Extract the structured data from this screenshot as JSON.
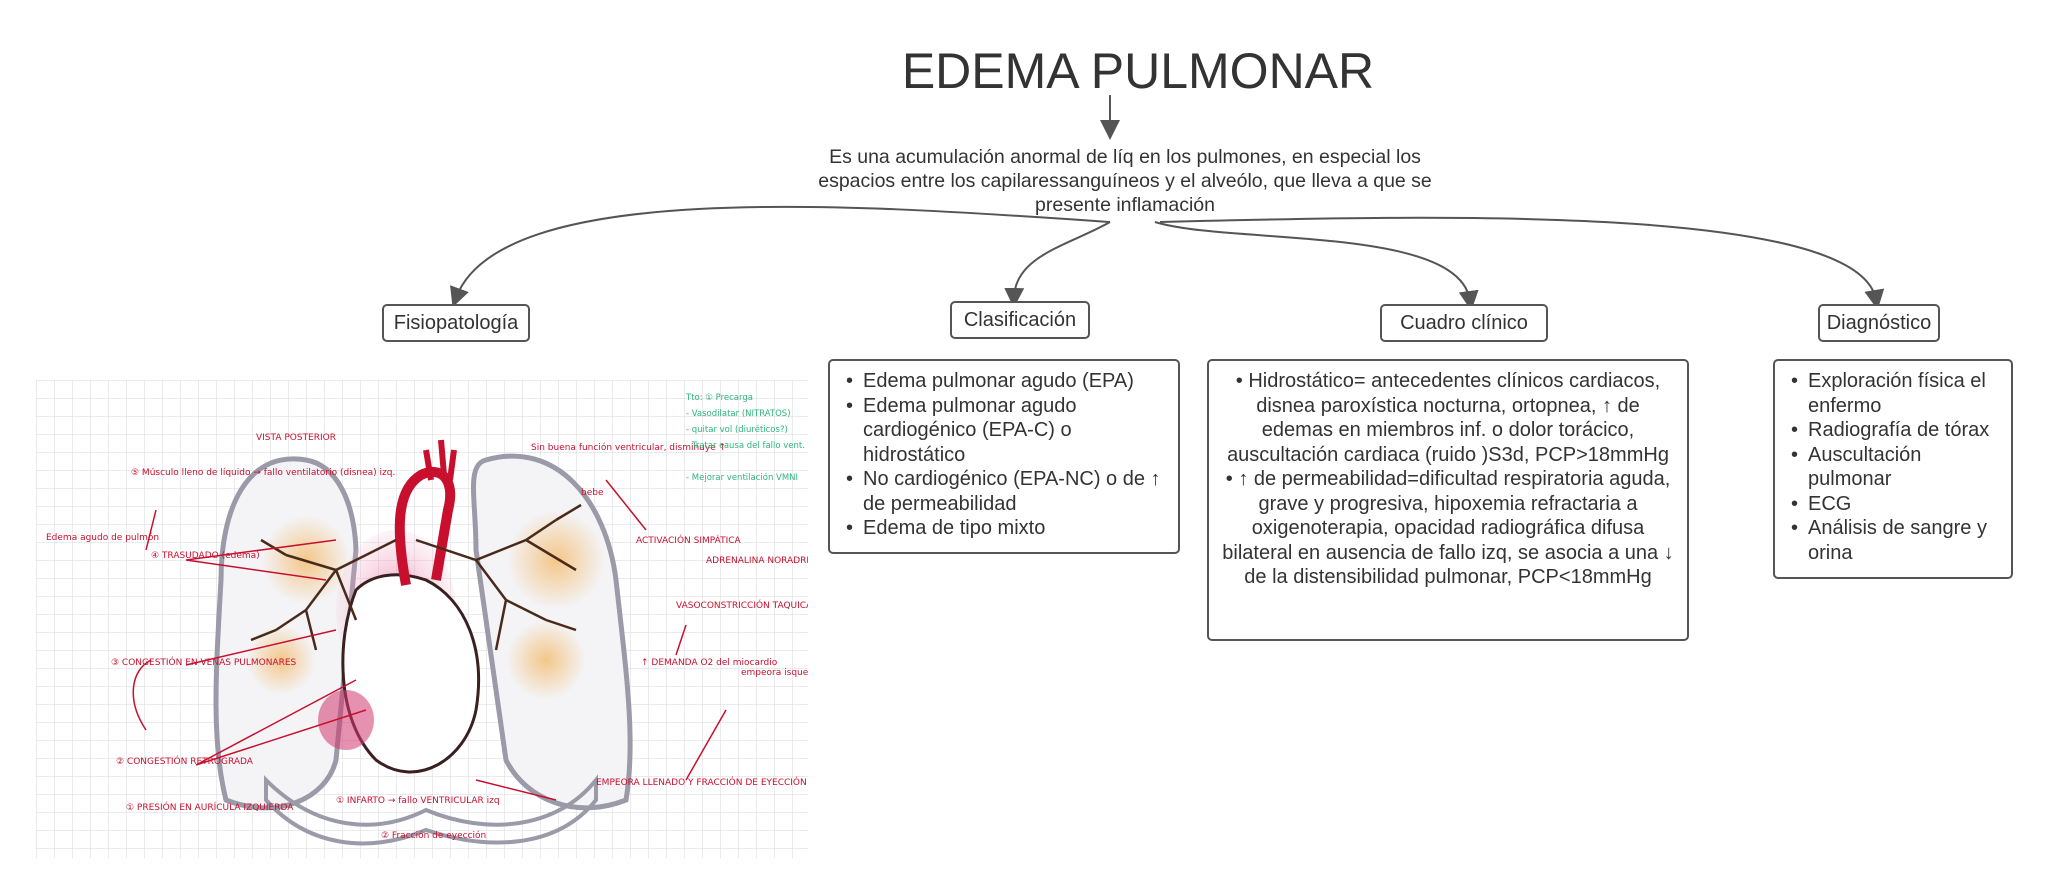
{
  "title": "EDEMA PULMONAR",
  "definition": "Es una acumulación anormal de líq en los pulmones, en especial los espacios entre los capilaressanguíneos y el alveólo, que lleva a que se presente inflamación",
  "branches": {
    "fisiopatologia": {
      "label": "Fisiopatología"
    },
    "clasificacion": {
      "label": "Clasificación",
      "items": [
        "Edema pulmonar agudo (EPA)",
        "Edema pulmonar agudo cardiogénico (EPA-C) o hidrostático",
        "No cardiogénico (EPA-NC) o de ↑ de permeabilidad",
        "Edema de tipo mixto"
      ]
    },
    "cuadro_clinico": {
      "label": "Cuadro clínico",
      "items": [
        "Hidrostático= antecedentes clínicos cardiacos, disnea paroxística nocturna, ortopnea, ↑ de edemas en miembros inf. o dolor torácico, auscultación cardiaca (ruido )S3d, PCP>18mmHg",
        "↑ de permeabilidad=dificultad respiratoria aguda, grave y progresiva, hipoxemia refractaria a oxigenoterapia, opacidad radiográfica difusa bilateral en ausencia de fallo izq, se asocia a una ↓ de la distensibilidad pulmonar, PCP<18mmHg"
      ]
    },
    "diagnostico": {
      "label": "Diagnóstico",
      "items": [
        "Exploración física el enfermo",
        "Radiografía de tórax",
        "Auscultación pulmonar",
        "ECG",
        "Análisis de sangre y orina"
      ]
    }
  },
  "illustration": {
    "red_notes": {
      "vista": "VISTA POSTERIOR",
      "musculo": "⑤ Músculo lleno de líquido → fallo ventilatorio (disnea) izq.",
      "edema": "Edema agudo de pulmón",
      "trasudado": "④ TRASUDADO (edema)",
      "congestion_venas": "③ CONGESTIÓN EN VENAS PULMONARES",
      "congestion_retro": "② CONGESTIÓN RETRÓGRADA",
      "presion": "① PRESIÓN EN AURÍCULA IZQUIERDA",
      "infarto": "① INFARTO → fallo VENTRICULAR izq",
      "fraccion": "② Fracción de eyección",
      "sin_buena": "Sin buena función ventricular, disminuye ↑",
      "bebe": "bebe",
      "activacion": "ACTIVACIÓN SIMPÁTICA",
      "adrenalina": "ADRENALINA NORADRENALINA",
      "vasoconstriccion": "VASOCONSTRICCIÓN TAQUICARDIA",
      "demanda": "↑ DEMANDA O2 del miocardio",
      "empeora": "EMPEORA LLENADO Y FRACCIÓN DE EYECCIÓN",
      "isquemia": "empeora isquemia"
    },
    "green_notes": [
      "Tto: ① Precarga",
      "- Vasodilatar (NITRATOS)",
      "- quitar vol (diuréticos?)",
      "- Tratar causa del fallo vent. IAM (angioP.)",
      "- Mejorar ventilación VMNI"
    ]
  },
  "colors": {
    "text": "#333333",
    "border": "#555555",
    "ink_red": "#c8102e",
    "ink_green": "#2fb37a"
  }
}
